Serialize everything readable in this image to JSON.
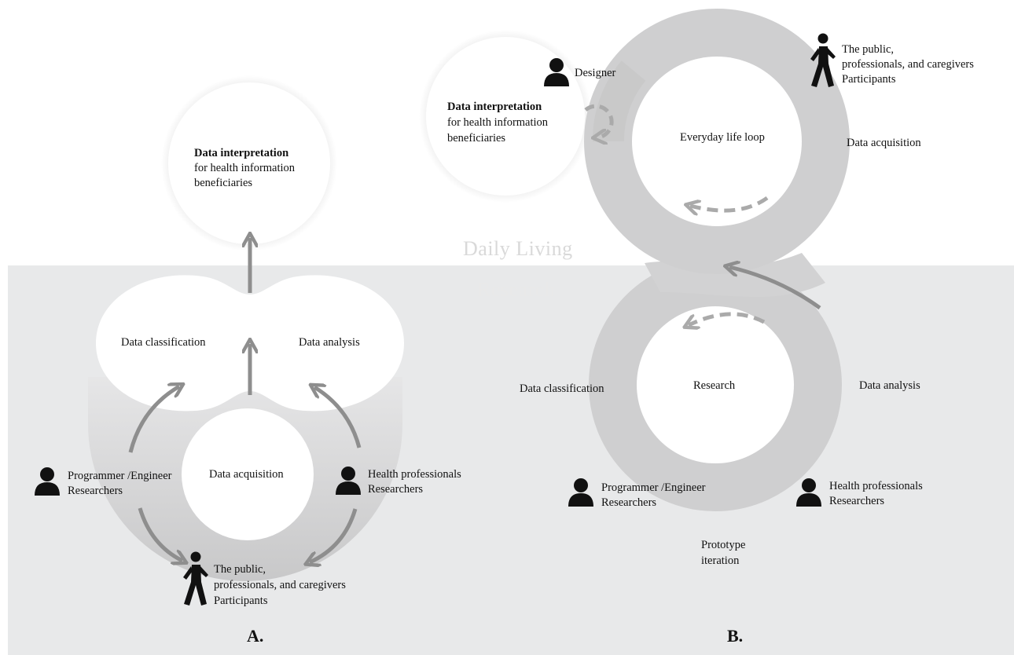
{
  "zones": {
    "daily": "Daily Living",
    "research": "Research"
  },
  "panel_a": {
    "caption": "A.",
    "interpretation_title": "Data interpretation",
    "interpretation_line1": "for health information",
    "interpretation_line2": "beneficiaries",
    "classification": "Data classification",
    "analysis": "Data analysis",
    "acquisition": "Data acquisition",
    "programmer_line1": "Programmer /Engineer",
    "programmer_line2": "Researchers",
    "health_line1": "Health professionals",
    "health_line2": "Researchers",
    "public_line1": "The public,",
    "public_line2": "professionals, and caregivers",
    "public_line3": "Participants"
  },
  "panel_b": {
    "caption": "B.",
    "designer": "Designer",
    "interpretation_title": "Data interpretation",
    "interpretation_line1": "for health information",
    "interpretation_line2": "beneficiaries",
    "public_line1": "The public,",
    "public_line2": "professionals, and caregivers",
    "public_line3": "Participants",
    "everyday_loop": "Everyday life loop",
    "acquisition": "Data acquisition",
    "research_loop": "Research",
    "classification": "Data classification",
    "analysis": "Data analysis",
    "programmer_line1": "Programmer /Engineer",
    "programmer_line2": "Researchers",
    "health_line1": "Health professionals",
    "health_line2": "Researchers",
    "prototype_line1": "Prototype",
    "prototype_line2": "iteration"
  },
  "icons": {
    "person": "person-icon",
    "walker": "walking-person-icon"
  },
  "colors": {
    "research_band": "#e8e9ea",
    "ring": "#cfcfd0",
    "arrow": "#8e8e8e",
    "dashed_arrow": "#aaaaaa"
  }
}
